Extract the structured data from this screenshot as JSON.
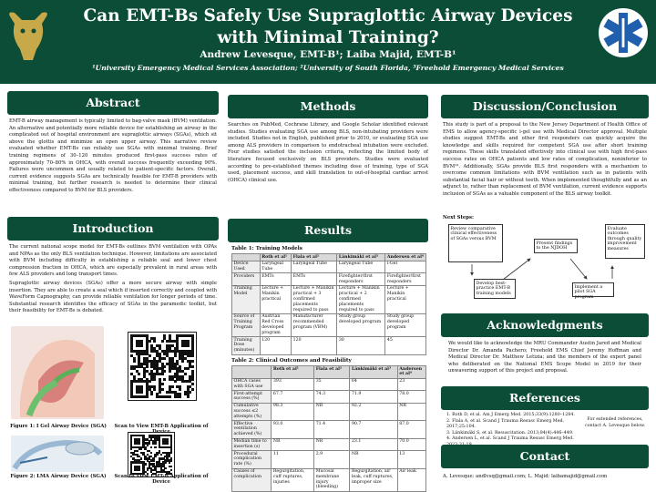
{
  "header": {
    "title": "Can EMT-Bs Safely Use Supraglottic Airway Devices with Minimal Training?",
    "authors": "Andrew Levesque, EMT-B¹; Laiba Majid, EMT-B¹",
    "affiliations": "¹University Emergency Medical Services Association; ²University of South Florida, ³Freehold Emergency Medical Services"
  },
  "abstract": {
    "heading": "Abstract",
    "text": "EMT-B airway management is typically limited to bag-valve mask (BVM) ventilation. An alternative and potentially more reliable device for establishing an airway in the complicated out of hospital environment are supraglottic airways (SGAs), which sit above the glottis and minimize an open upper airway. This narrative review evaluated whether EMT-Bs can reliably use SGAs with minimal training. Brief training regimens of 30–120 minutes produced first-pass success rates of approximately 70–80% in OHCA, with overall success frequently exceeding 90%. Failures were uncommon and usually related to patient-specific factors. Overall, current evidence suggests SGAs are technically feasible for EMT-B providers with minimal training, but further research is needed to determine their clinical effectiveness compared to BVM for BLS providers."
  },
  "introduction": {
    "heading": "Introduction",
    "p1": "The current national scope model for EMT-Bs outlines BVM ventilation with OPAs and NPAs as the only BLS ventilation technique. However, limitations are associated with BVM including difficulty in establishing a reliable seal and lower chest compression fraction in OHCA, which are especially prevalent in rural areas with few ALS providers and long transport times.",
    "p2": "Supraglottic airway devices (SGAs) offer a more secure airway with simple insertion. They are able to create a seal which if inserted correctly and coupled with WaveForm Capnography, can provide reliable ventilation for longer periods of time. Substantial research identifies the efficacy of SGAs in the paramedic toolkit, but their feasibility for EMT-Bs is debated."
  },
  "figures": {
    "fig1": "Figure 1: I Gel Airway Device (SGA)",
    "qr1": "Scan to View EMT-B Application of Device",
    "fig2": "Figure 2: LMA Airway Device (SGA)",
    "qr2": "Scan to View EMT-B Application of Device"
  },
  "methods": {
    "heading": "Methods",
    "text": "Searches on PubMed, Cochrane Library, and Google Scholar identified relevant studies. Studies evaluating SGA use among BLS, non-intubating providers were included. Studies not in English, published prior to 2010, or evaluating SGA use among ALS providers in comparison to endotracheal intubation were excluded. Four studies satisfied the inclusion criteria, reflecting the limited body of literature focused exclusively on BLS providers. Studies were evaluated according to pre-established themes including dose of training, type of SGA used, placement success, and skill translation to out-of-hospital cardiac arrest (OHCA) clinical use."
  },
  "results": {
    "heading": "Results",
    "table1": {
      "title": "Table 1: Training Models",
      "headers": [
        "",
        "Roth et al¹",
        "Flala et al²",
        "Länkimäki et al³",
        "Andersen et al⁴"
      ],
      "rows": [
        [
          "Device Used",
          "Laryngeal Tube",
          "Laryngeal Tube",
          "Laryngeal Tube",
          "i-Gel"
        ],
        [
          "Providers",
          "EMTs",
          "EMTs",
          "Firefighter/first responders",
          "Firefighter/first responders"
        ],
        [
          "Training Model",
          "Lecture + Manikin practical",
          "Lecture + Manikin practical + 3 confirmed placements required to pass",
          "Lecture + Manikin practical + 2 confirmed placements required to pass",
          "Lecture + Manikin practical"
        ],
        [
          "Source of Training Program",
          "Austrian Red Cross developed program",
          "Manufacturer recommended program (VBM)",
          "Study group developed program",
          "Study group developed program"
        ],
        [
          "Training Dose (minutes)",
          "120",
          "120",
          "30",
          "45"
        ]
      ]
    },
    "table2": {
      "title": "Table 2: Clinical Outcomes and Feasibility",
      "headers": [
        "",
        "Roth et al¹",
        "Flala et al²",
        "Länkimäki et al³",
        "Andersen et al⁴"
      ],
      "rows": [
        [
          "OHCA cases with SGA use",
          "393",
          "35",
          "64",
          "23"
        ],
        [
          "First-attempt success (%)",
          "67.7",
          "74.3",
          "71.9",
          "78.0"
        ],
        [
          "Cumulative success ≤2 attempts (%)",
          "98.3",
          "NR",
          "92.2",
          "NR"
        ],
        [
          "Effective ventilation achieved (%)",
          "93.0",
          "71.4",
          "90.7",
          "87.0"
        ],
        [
          "Median time to insertion (s)",
          "NR",
          "NR",
          "23.1",
          "70.0"
        ],
        [
          "Procedural complication rate (%)",
          "11",
          "2.9",
          "NR",
          "13"
        ],
        [
          "Causes of complication",
          "Regurgitation, cuff ruptures, injuries",
          "Mucosal membrane injury (bleeding)",
          "Regurgitation, air leak, cuff ruptures, improper size",
          "Air leak"
        ]
      ]
    }
  },
  "discussion": {
    "heading": "Discussion/Conclusion",
    "text": "This study is part of a proposal to the New Jersey Department of Health Office of EMS to allow agency-specific i-gel use with Medical Director approval. Multiple studies suggest EMT-Bs and other first responders can quickly acquire the knowledge and skills required for competent SGA use after short training regimens. These skills translated effectively into clinical use with high first-pass success rates on OHCA patients and low rates of complication, noninferior to BVM¹². Additionally, SGAs provide BLS first responders with a mechanism to overcome common limitations with BVM ventilation such as in patients with substantial facial hair or without teeth. When implemented thoughtfully and as an adjunct to, rather than replacement of BVM ventilation, current evidence supports inclusion of SGAs as a valuable component of the BLS airway toolkit.",
    "next_steps_label": "Next Steps:",
    "flow": [
      "Review comparative clinical effectiveness of SGAs versus BVM",
      "Present findings to the NJDOH",
      "Evaluate outcomes through quality improvement measures",
      "Develop best-practice EMT-B training models",
      "Implement a pilot SGA program"
    ]
  },
  "acknowledgments": {
    "heading": "Acknowledgments",
    "text": "We would like to acknowledge the MRU Commander Austin Jared and Medical Director Dr. Amanda Pachero; Freehold EMS Chief Jeremy Hoffman and Medical Director Dr. Matthew Letizia; and the members of the expert panel who deliberated on the National EMS Scope Model in 2019 for their unwavering support of this project and proposal."
  },
  "references": {
    "heading": "References",
    "items": [
      "1. Roth D, et al. Am J Emerg Med. 2015;33(9):1280–1284.",
      "2. Flala A, et al. Scand J Trauma Resusc Emerg Med. 2017;25:104.",
      "3. Länkimäki S, et al. Resuscitation. 2013;84(4):446–449.",
      "4. Andersen L, et al. Scand J Trauma Resusc Emerg Med. 2023;31:19."
    ],
    "note": "For extended references, contact A. Levesque below."
  },
  "contact": {
    "heading": "Contact",
    "text": "A. Levesque: andlvsq@gmail.com; L. Majid: laibamajid@gmail.com"
  },
  "colors": {
    "brand": "#0b4d36",
    "gold": "#c8a94a",
    "table_header": "#d9d9d9"
  },
  "icons": {
    "left_logo": "bull-logo",
    "right_logo": "star-of-life-logo"
  }
}
